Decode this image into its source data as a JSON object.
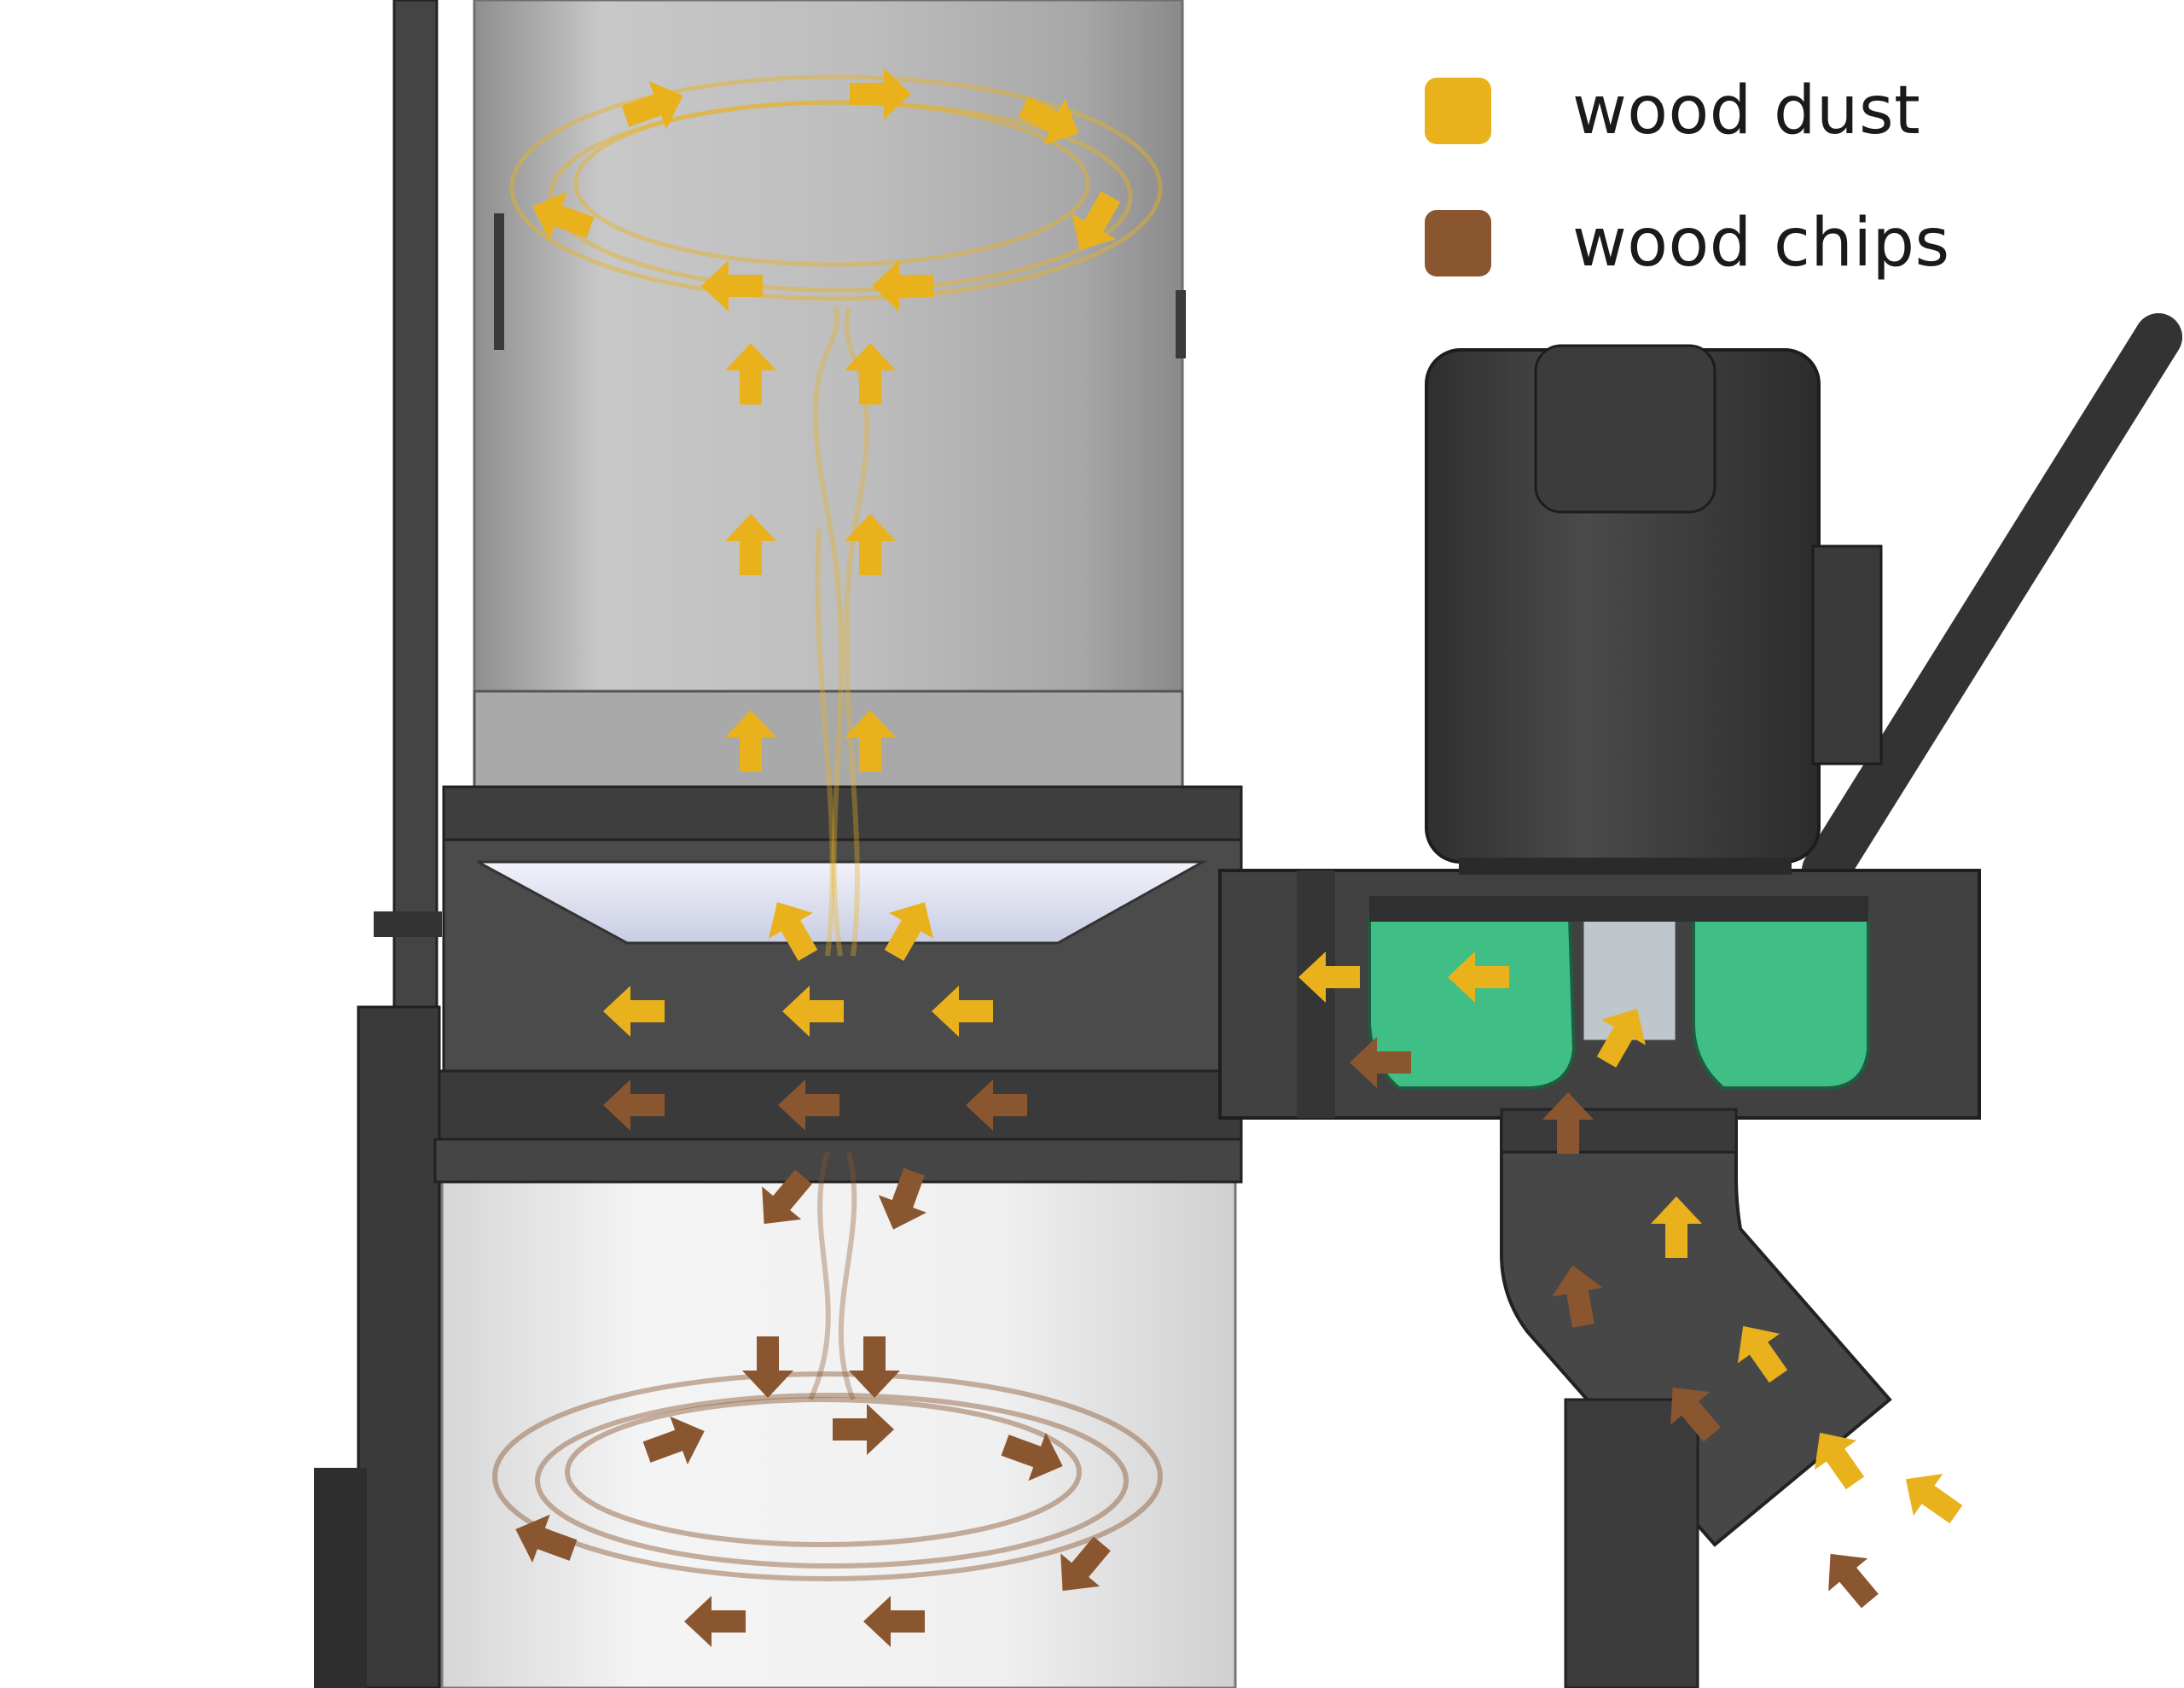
{
  "legend": {
    "items": [
      {
        "label": "wood dust",
        "color": "#E9B21C"
      },
      {
        "label": "wood chips",
        "color": "#8A5630"
      }
    ]
  },
  "colors": {
    "dust": "#E9B21C",
    "chips": "#8A5630",
    "machine_dark": "#3b3b3b",
    "machine_mid": "#555555",
    "impeller_green": "#3FBF86",
    "filter_steel": "#b9b9b9",
    "collection_bag": "#ececec"
  },
  "components": [
    "motor",
    "impeller",
    "filter-canister",
    "cyclone-ring",
    "collection-drum",
    "intake-hose",
    "handle-bar",
    "support-pole"
  ],
  "flows": {
    "dust": "intake → impeller → cyclone ring → up into filter canister (swirl)",
    "chips": "intake → impeller → cyclone ring → down into collection drum (swirl)"
  }
}
